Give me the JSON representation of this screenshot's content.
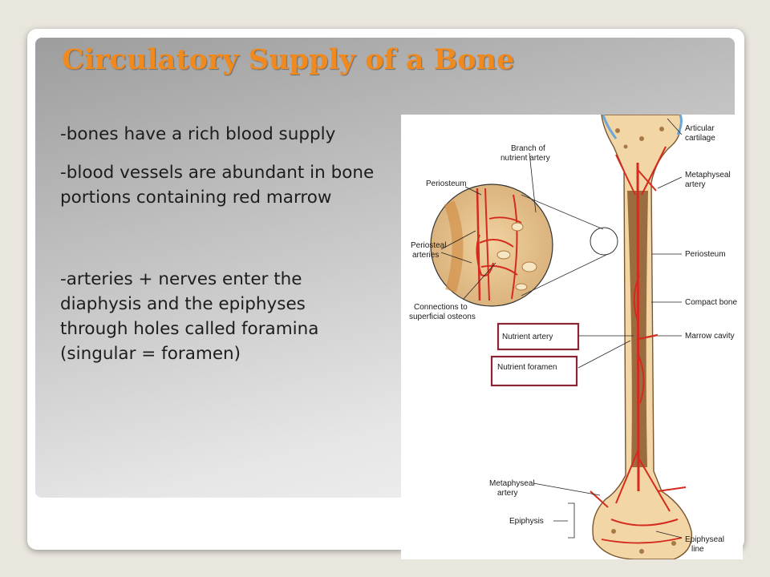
{
  "slide": {
    "title": "Circulatory Supply of a Bone",
    "bullets": [
      "-bones have a rich blood supply",
      "-blood vessels are abundant in bone portions containing red marrow",
      "-arteries + nerves enter the diaphysis and the epiphyses through holes called foramina (singular = foramen)"
    ]
  },
  "figure": {
    "labels": {
      "articular_cartilage": [
        "Articular",
        "cartilage"
      ],
      "branch_nutrient_artery": [
        "Branch of",
        "nutrient artery"
      ],
      "periosteum_inset": "Periosteum",
      "metaphyseal_artery_top": [
        "Metaphyseal",
        "artery"
      ],
      "periosteal_arteries": [
        "Periosteal",
        "arteries"
      ],
      "periosteum": "Periosteum",
      "connections": [
        "Connections to",
        "superficial osteons"
      ],
      "compact_bone": "Compact bone",
      "nutrient_artery": "Nutrient artery",
      "marrow_cavity": "Marrow cavity",
      "nutrient_foramen": "Nutrient foramen",
      "metaphyseal_artery_bottom": [
        "Metaphyseal",
        "artery"
      ],
      "epiphysis": "Epiphysis",
      "epiphyseal_line": [
        "Epiphyseal",
        "line"
      ]
    },
    "colors": {
      "title": "#f08a1e",
      "highlight_box": "#8b2535",
      "artery": "#d42b1e",
      "bone": "#f3d6a6",
      "marrow": "#8a5a2e"
    }
  }
}
